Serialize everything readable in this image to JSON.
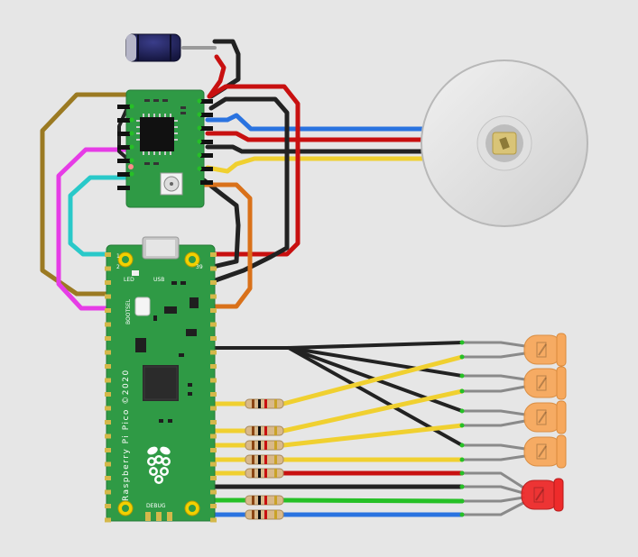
{
  "colors": {
    "background": "#e6e6e6",
    "pcb_green": "#2f9a45",
    "pcb_dark": "#257a37",
    "pin_gold": "#d4b84a",
    "wire_red": "#c81010",
    "wire_black": "#222222",
    "wire_blue": "#2a73e0",
    "wire_yellow": "#f0d030",
    "wire_brown": "#9b7a22",
    "wire_magenta": "#e63ce6",
    "wire_cyan": "#29c9c9",
    "wire_orange": "#d9711a",
    "wire_green": "#26c026",
    "led_orange": "#f7a85c",
    "led_red": "#ee2b2b"
  },
  "pico": {
    "board_name": "Raspberry Pi Pico ©2020",
    "usb_label": "USB",
    "led_label": "LED",
    "bootsel_label": "BOOTSEL",
    "debug_label": "DEBUG",
    "pin1_label": "1",
    "pin2_label": "2",
    "pin39_label": "39"
  },
  "components": {
    "capacitor": "electrolytic-capacitor",
    "driver_board": "stepper-driver-board",
    "motor": "stepper-motor",
    "resistors": [
      "resistor",
      "resistor",
      "resistor",
      "resistor",
      "resistor",
      "resistor"
    ],
    "leds": [
      "orange",
      "orange",
      "orange",
      "orange",
      "red"
    ]
  }
}
